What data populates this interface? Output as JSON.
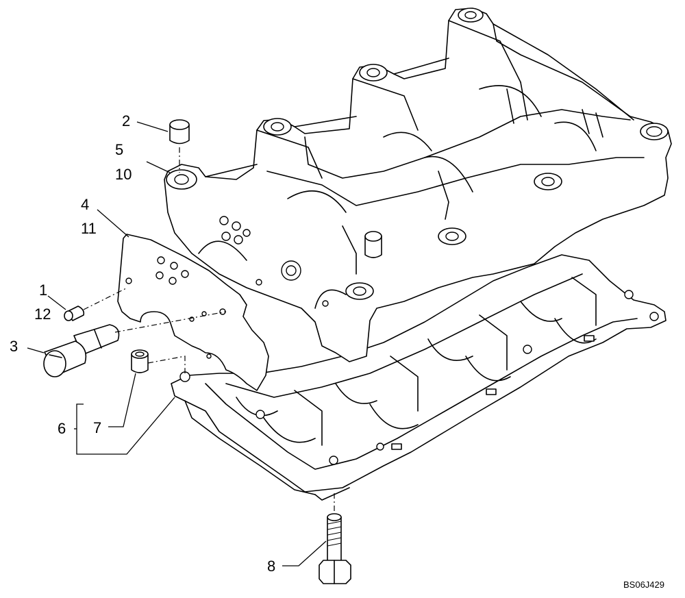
{
  "figure": {
    "reference_code": "BS06J429"
  },
  "callouts": [
    {
      "id": "c1",
      "lines": [
        "1",
        "12"
      ]
    },
    {
      "id": "c2",
      "lines": [
        "2"
      ]
    },
    {
      "id": "c3",
      "lines": [
        "3"
      ]
    },
    {
      "id": "c4",
      "lines": [
        "4",
        "11"
      ]
    },
    {
      "id": "c5",
      "lines": [
        "5",
        "10"
      ]
    },
    {
      "id": "c6",
      "lines": [
        "6"
      ]
    },
    {
      "id": "c7",
      "lines": [
        "7"
      ]
    },
    {
      "id": "c8",
      "lines": [
        "8"
      ]
    }
  ]
}
